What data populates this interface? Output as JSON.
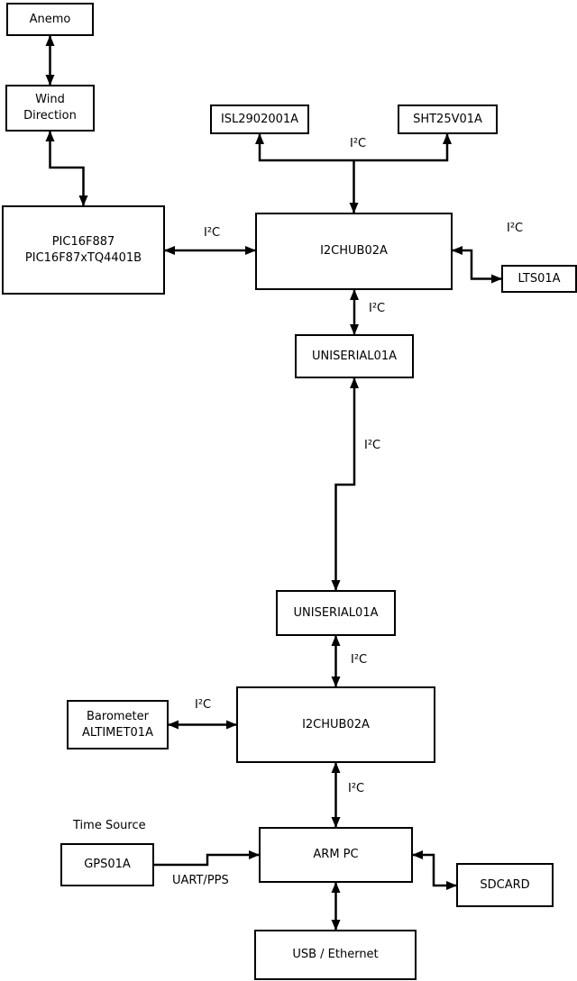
{
  "diagram": {
    "colors": {
      "background": "#ffffff",
      "line": "#000000",
      "box_fill": "#ffffff",
      "box_border": "#000000",
      "text": "#000000"
    },
    "nodes": {
      "anemo": {
        "label": "Anemo"
      },
      "wind_direction": {
        "line1": "Wind",
        "line2": "Direction"
      },
      "pic": {
        "line1": "PIC16F887",
        "line2": "PIC16F87xTQ4401B"
      },
      "isl": {
        "label": "ISL2902001A"
      },
      "sht": {
        "label": "SHT25V01A"
      },
      "hub1": {
        "label": "I2CHUB02A"
      },
      "lts": {
        "label": "LTS01A"
      },
      "uniserial1": {
        "label": "UNISERIAL01A"
      },
      "uniserial2": {
        "label": "UNISERIAL01A"
      },
      "hub2": {
        "label": "I2CHUB02A"
      },
      "barometer": {
        "line1": "Barometer",
        "line2": "ALTIMET01A"
      },
      "gps": {
        "label": "GPS01A"
      },
      "arm_pc": {
        "label": "ARM PC"
      },
      "sdcard": {
        "label": "SDCARD"
      },
      "usb_ethernet": {
        "label": "USB / Ethernet"
      }
    },
    "labels": {
      "i2c": "I²C",
      "uart_pps": "UART/PPS",
      "time_source": "Time Source"
    },
    "edges": [
      {
        "from": "anemo",
        "to": "wind_direction",
        "bidirectional": true
      },
      {
        "from": "wind_direction",
        "to": "pic",
        "bidirectional": true
      },
      {
        "from": "pic",
        "to": "hub1",
        "label": "I²C",
        "bidirectional": true
      },
      {
        "from": "hub1",
        "to": "isl",
        "label": "I²C"
      },
      {
        "from": "hub1",
        "to": "sht",
        "label": "I²C"
      },
      {
        "from": "hub1",
        "to": "lts",
        "label": "I²C",
        "bidirectional": true
      },
      {
        "from": "hub1",
        "to": "uniserial1",
        "label": "I²C",
        "bidirectional": true
      },
      {
        "from": "uniserial1",
        "to": "uniserial2",
        "label": "I²C",
        "bidirectional": true
      },
      {
        "from": "uniserial2",
        "to": "hub2",
        "label": "I²C",
        "bidirectional": true
      },
      {
        "from": "barometer",
        "to": "hub2",
        "label": "I²C",
        "bidirectional": true
      },
      {
        "from": "hub2",
        "to": "arm_pc",
        "label": "I²C",
        "bidirectional": true
      },
      {
        "from": "gps",
        "to": "arm_pc",
        "label": "UART/PPS"
      },
      {
        "from": "arm_pc",
        "to": "sdcard",
        "bidirectional": true
      },
      {
        "from": "arm_pc",
        "to": "usb_ethernet",
        "bidirectional": true
      }
    ]
  }
}
